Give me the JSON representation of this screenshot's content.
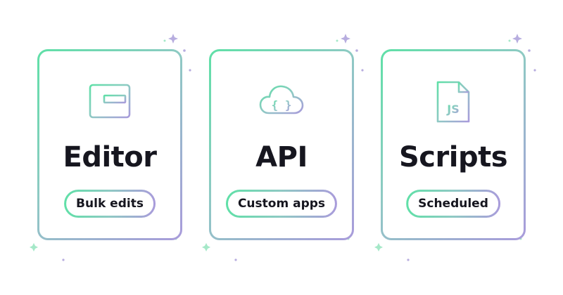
{
  "cards": [
    {
      "title": "Editor",
      "pill": "Bulk edits",
      "icon": "editor-window-icon"
    },
    {
      "title": "API",
      "pill": "Custom apps",
      "icon": "cloud-code-icon"
    },
    {
      "title": "Scripts",
      "pill": "Scheduled",
      "icon": "js-file-icon"
    }
  ],
  "icon_text": {
    "js": "JS",
    "braces": "{ }"
  },
  "colors": {
    "gradient_start": "#5fe0a7",
    "gradient_mid": "#8fc9c4",
    "gradient_end": "#a99bdb",
    "text": "#16161f",
    "sparkle_purple": "#b7addf",
    "sparkle_green": "#a5e8c8"
  }
}
